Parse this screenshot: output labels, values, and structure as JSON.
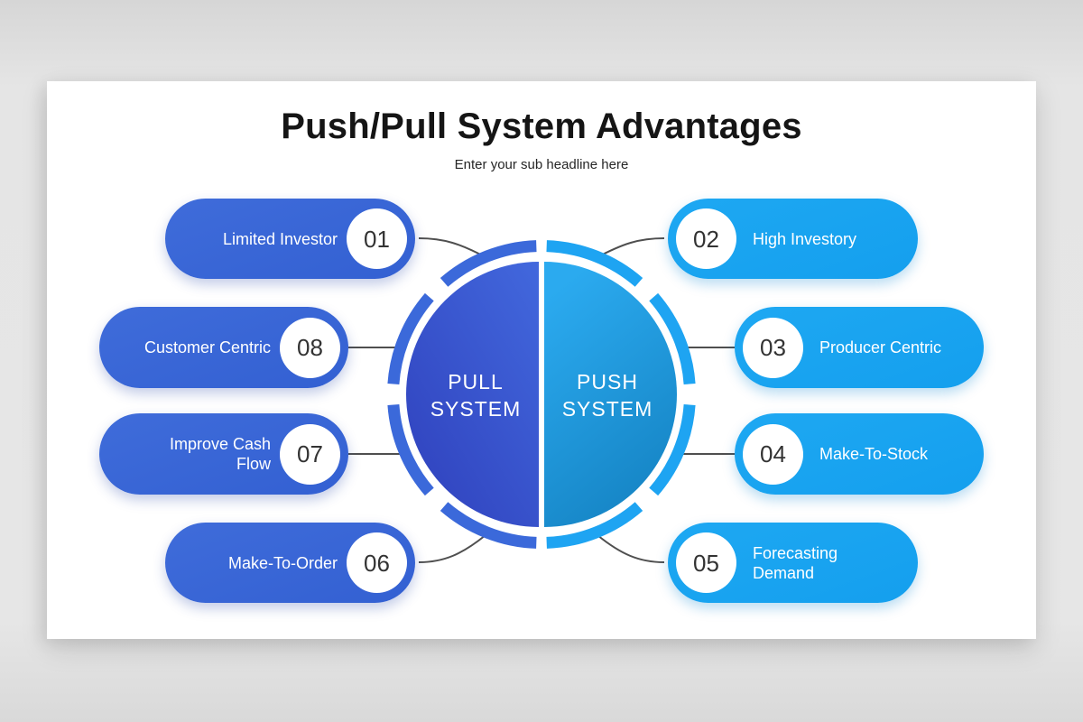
{
  "slide": {
    "title": "Push/Pull System Advantages",
    "subtitle": "Enter your sub headline here"
  },
  "center": {
    "pull_label": "PULL SYSTEM",
    "push_label": "PUSH SYSTEM"
  },
  "pull_items": [
    {
      "number": "01",
      "label": "Limited Investor"
    },
    {
      "number": "08",
      "label": "Customer Centric"
    },
    {
      "number": "07",
      "label": "Improve Cash Flow"
    },
    {
      "number": "06",
      "label": "Make-To-Order"
    }
  ],
  "push_items": [
    {
      "number": "02",
      "label": "High Investory"
    },
    {
      "number": "03",
      "label": "Producer Centric"
    },
    {
      "number": "04",
      "label": "Make-To-Stock"
    },
    {
      "number": "05",
      "label": "Forecasting Demand"
    }
  ],
  "colors": {
    "pull_primary": "#3766D6",
    "pull_ring": "#3B69DA",
    "pull_gradient_start": "#4268DD",
    "pull_gradient_end": "#3042BE",
    "push_primary": "#18A3EF",
    "push_ring": "#1EA4F2",
    "push_gradient_start": "#2BAAEF",
    "push_gradient_end": "#1482C2",
    "connector": "#4F4F4F",
    "number_text": "#333333",
    "page_background": "#E2E2E2",
    "card_background": "#FFFFFF"
  }
}
